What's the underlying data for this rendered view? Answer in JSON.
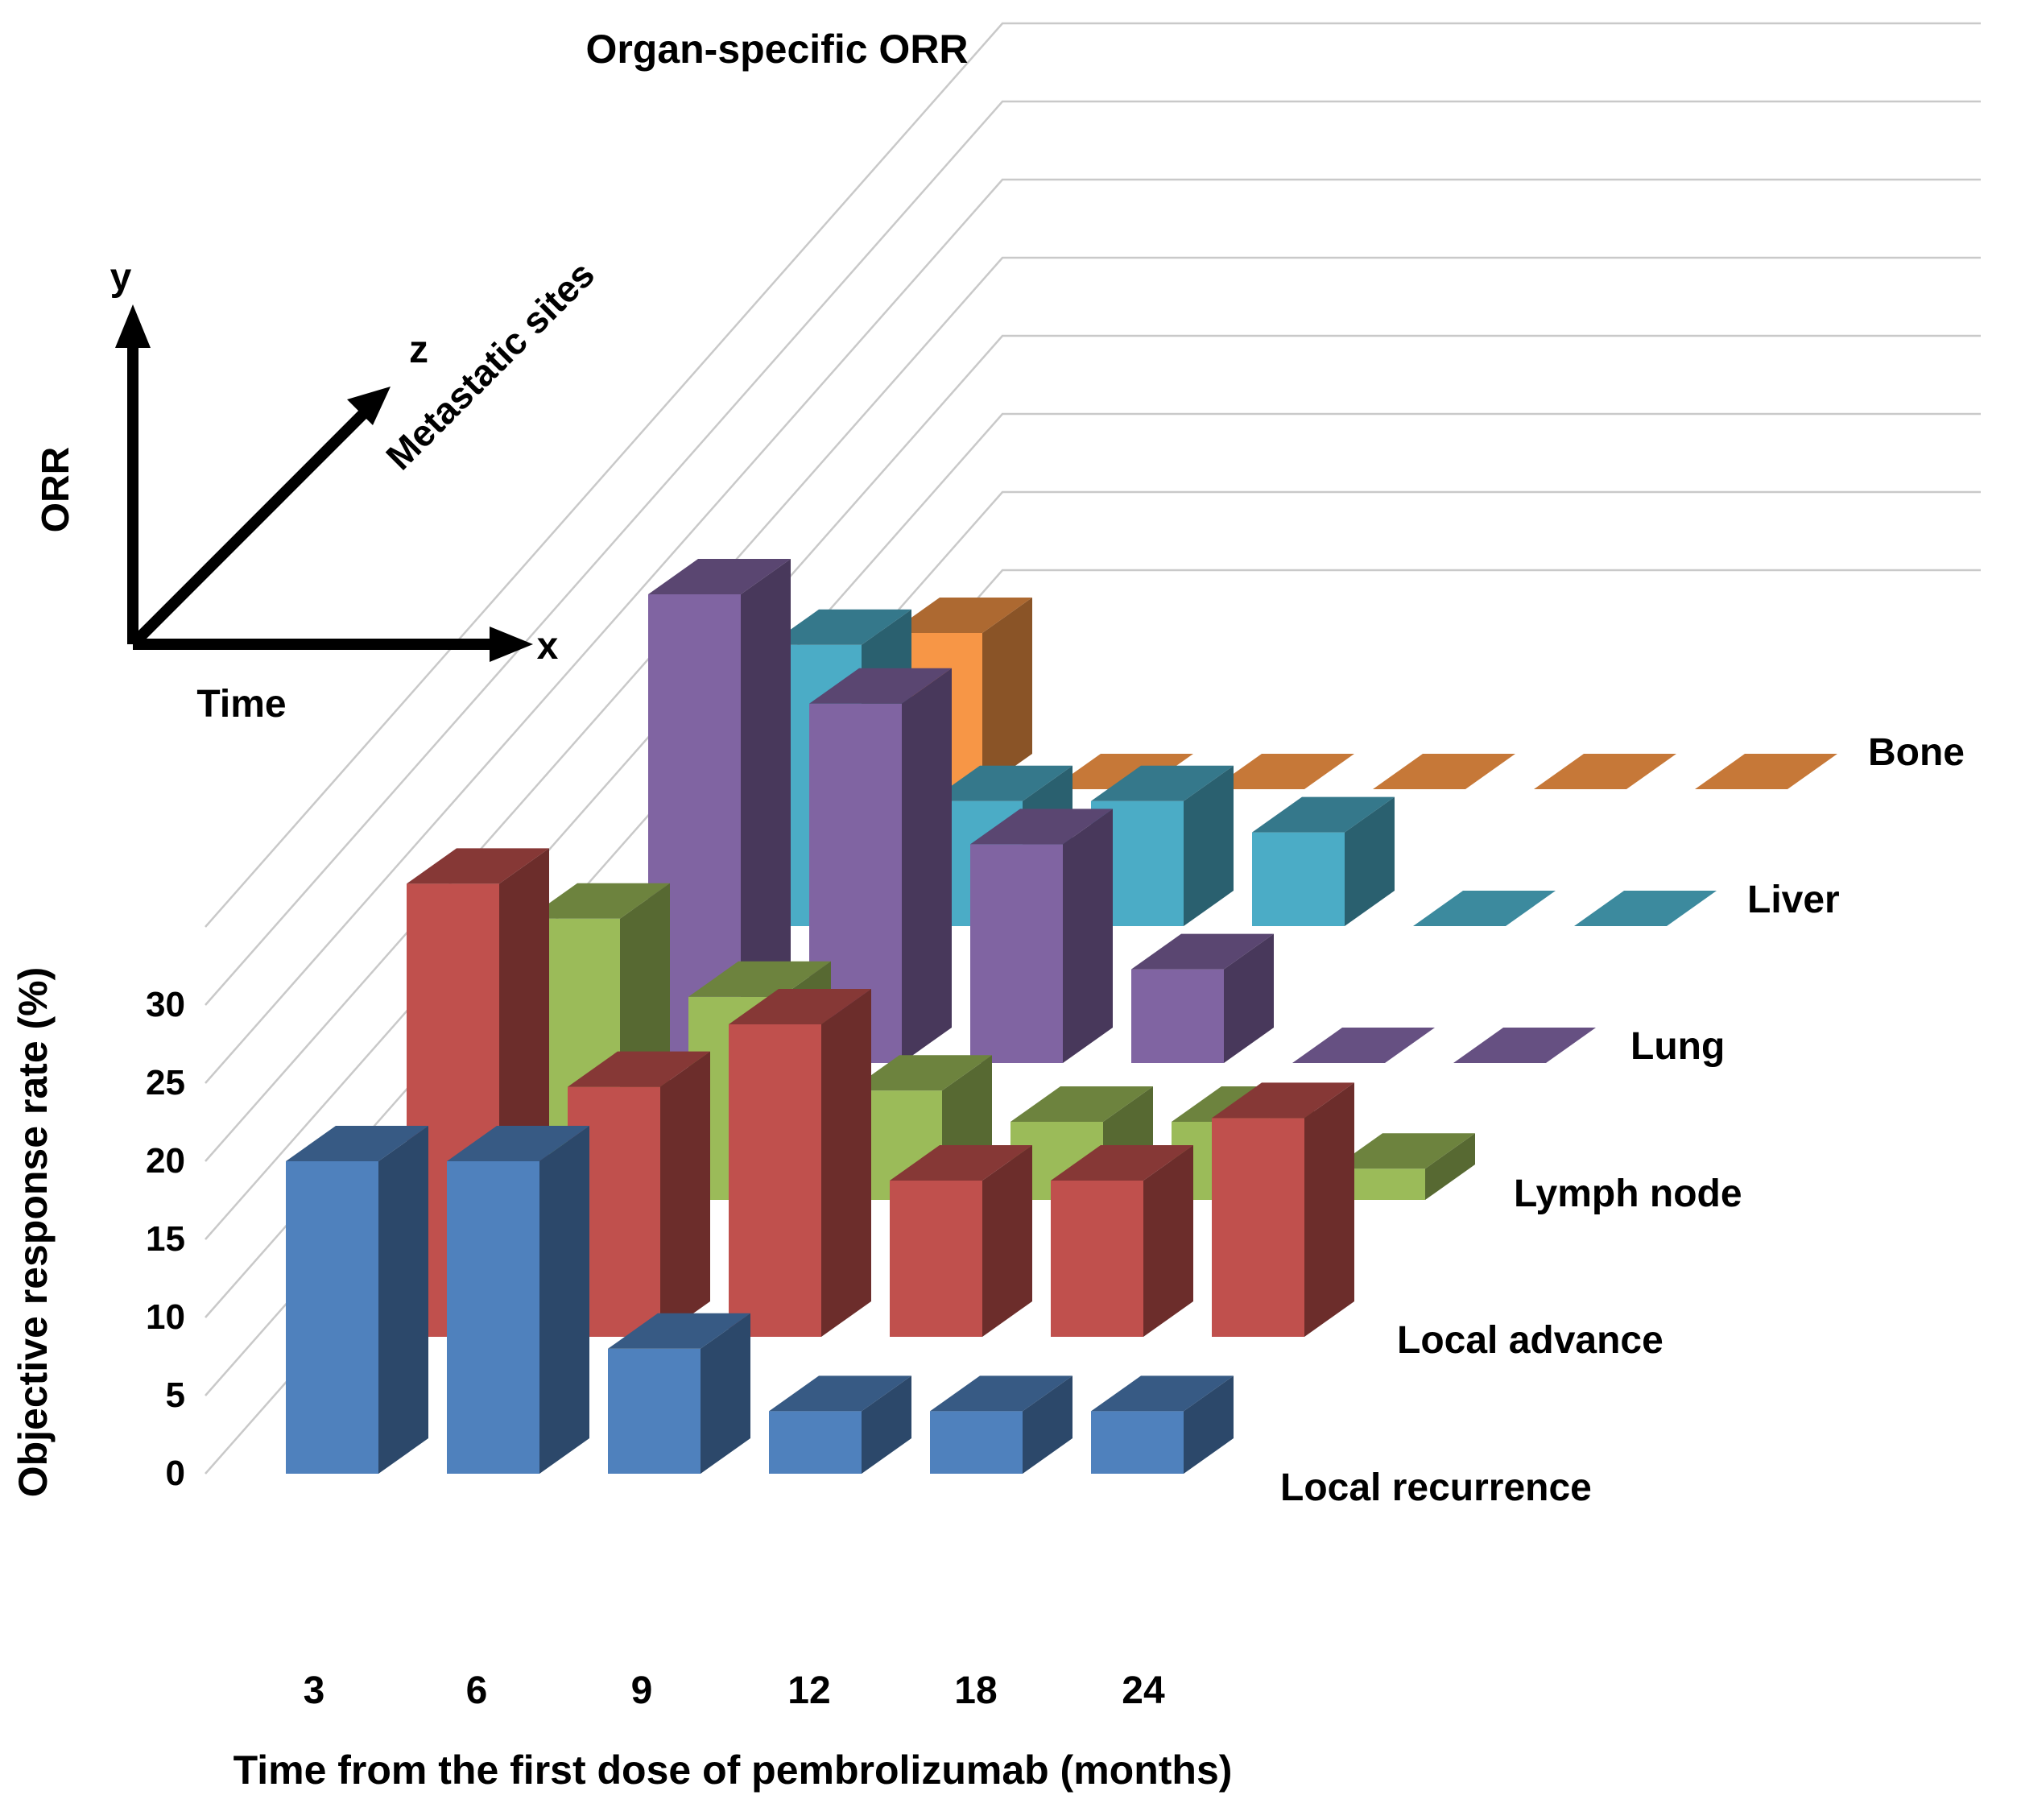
{
  "chart_data": {
    "type": "bar",
    "projection": "3d-oblique",
    "title": "Organ-specific ORR",
    "xlabel": "Time from the first dose of pembrolizumab (months)",
    "ylabel": "Objective response rate (%)",
    "categories": [
      "3",
      "6",
      "9",
      "12",
      "18",
      "24"
    ],
    "yticks": [
      0,
      5,
      10,
      15,
      20,
      25,
      30
    ],
    "ylim": [
      0,
      30
    ],
    "grid": true,
    "legend_position": "right-of-rows",
    "series": [
      {
        "name": "Local recurrence",
        "color": "#4F81BD",
        "values": [
          20,
          20,
          8,
          4,
          4,
          4
        ]
      },
      {
        "name": "Local advance",
        "color": "#C0504D",
        "values": [
          29,
          16,
          20,
          10,
          10,
          14
        ]
      },
      {
        "name": "Lymph node",
        "color": "#9BBB59",
        "values": [
          18,
          13,
          7,
          5,
          5,
          2
        ]
      },
      {
        "name": "Lung",
        "color": "#8064A2",
        "values": [
          30,
          23,
          14,
          6,
          0,
          0
        ]
      },
      {
        "name": "Liver",
        "color": "#4BACC6",
        "values": [
          18,
          8,
          8,
          6,
          0,
          0
        ]
      },
      {
        "name": "Bone",
        "color": "#F79646",
        "values": [
          10,
          0,
          0,
          0,
          0,
          0
        ]
      }
    ],
    "axis_diagram": {
      "y_label": "y",
      "y_axis_name": "ORR",
      "z_label": "z",
      "z_axis_name": "Metastatic sites",
      "x_label": "x",
      "x_axis_name": "Time"
    },
    "gridline_color": "#c9c9c9"
  }
}
